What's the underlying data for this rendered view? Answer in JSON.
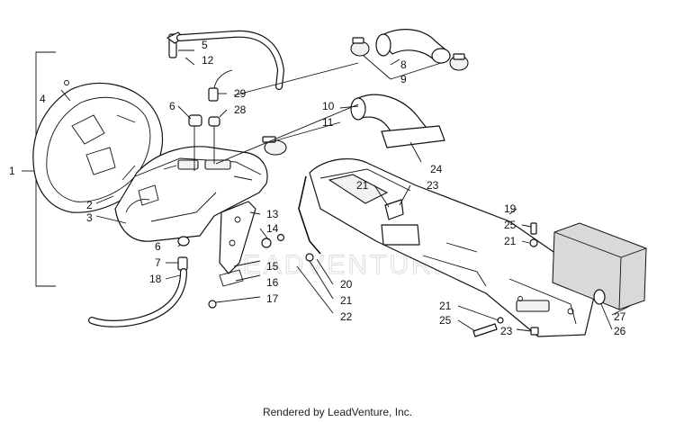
{
  "diagram": {
    "watermark": "LEADVENTURE",
    "footer": "Rendered by LeadVenture, Inc.",
    "callouts": {
      "c1": "1",
      "c2": "2",
      "c3": "3",
      "c4": "4",
      "c5": "5",
      "c12": "12",
      "c6a": "6",
      "c6b": "6",
      "c7": "7",
      "c18": "18",
      "c8": "8",
      "c9": "9",
      "c10": "10",
      "c11": "11",
      "c29": "29",
      "c28": "28",
      "c13": "13",
      "c14": "14",
      "c15": "15",
      "c16": "16",
      "c17": "17",
      "c24": "24",
      "c21a": "21",
      "c23a": "23",
      "c19": "19",
      "c25a": "25",
      "c21b": "21",
      "c20": "20",
      "c21c": "21",
      "c22": "22",
      "c21d": "21",
      "c25b": "25",
      "c23b": "23",
      "c27": "27",
      "c26": "26"
    }
  }
}
